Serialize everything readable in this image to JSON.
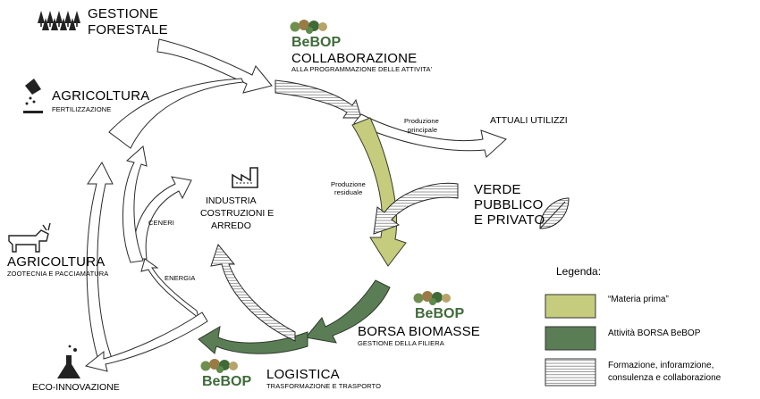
{
  "nodes": {
    "gestione_forestale": [
      "GESTIONE",
      "FORESTALE"
    ],
    "agricoltura_fert": {
      "title": "AGRICOLTURA",
      "subtitle": "FERTILIZZAZIONE"
    },
    "collaborazione": {
      "title": "COLLABORAZIONE",
      "subtitle": "ALLA PROGRAMMAZIONE DELLE ATTIVITA'"
    },
    "attuali_utilizzi": "ATTUALI UTILIZZI",
    "produzione_principale": [
      "Produzione",
      "principale"
    ],
    "produzione_residuale": [
      "Produzione",
      "residuale"
    ],
    "verde": [
      "VERDE",
      "PUBBLICO",
      "E PRIVATO"
    ],
    "industria": [
      "INDUSTRIA",
      "COSTRUZIONI E",
      "ARREDO"
    ],
    "ceneri": "CENERI",
    "energia": "ENERGIA",
    "agricoltura_zoot": {
      "title": "AGRICOLTURA",
      "subtitle": "ZOOTECNIA E PACCIAMATURA"
    },
    "borsa": {
      "title": "BORSA BIOMASSE",
      "subtitle": "GESTIONE DELLA FILIERA"
    },
    "logistica": {
      "title": "LOGISTICA",
      "subtitle": "TRASFORMAZIONE E TRASPORTO"
    },
    "eco": "ECO-INNOVAZIONE"
  },
  "logo": {
    "text": "BeBOP",
    "be": "Be",
    "bop": "BOP"
  },
  "legend": {
    "title": "Legenda:",
    "items": [
      {
        "label": "“Materia prima”",
        "color": "#c5cc7d"
      },
      {
        "label": "Attività BORSA BeBOP",
        "color": "#5b7d56"
      },
      {
        "label": "Formazione, inforamzione, consulenza e collaborazione",
        "lines": [
          "Formazione, inforamzione,",
          "consulenza e collaborazione"
        ],
        "pattern": "horizontal-lines"
      }
    ]
  },
  "colors": {
    "materia_prima": "#c5cc7d",
    "attivita_bebop": "#5b7d56",
    "logo_green": "#3f6b39"
  }
}
